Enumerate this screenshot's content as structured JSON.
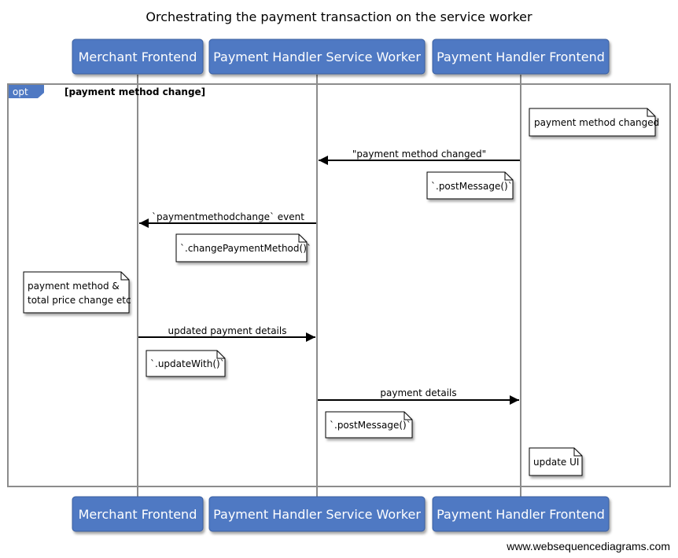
{
  "title": "Orchestrating the payment transaction on the service worker",
  "actors": [
    {
      "id": "merchant",
      "label": "Merchant Frontend"
    },
    {
      "id": "sw",
      "label": "Payment Handler Service Worker"
    },
    {
      "id": "phf",
      "label": "Payment Handler Frontend"
    }
  ],
  "fragment": {
    "operator": "opt",
    "condition": "[payment method change]"
  },
  "messages": [
    {
      "from": "phf",
      "to": "sw",
      "label": "\"payment method changed\""
    },
    {
      "from": "sw",
      "to": "merchant",
      "label": "`paymentmethodchange` event"
    },
    {
      "from": "merchant",
      "to": "sw",
      "label": "updated payment details"
    },
    {
      "from": "sw",
      "to": "phf",
      "label": "payment details"
    }
  ],
  "notes": [
    {
      "lines": [
        "payment method changed"
      ]
    },
    {
      "lines": [
        "`.postMessage()`"
      ]
    },
    {
      "lines": [
        "`.changePaymentMethod()`"
      ]
    },
    {
      "lines": [
        "payment method &",
        "total price change etc"
      ]
    },
    {
      "lines": [
        "`.updateWith()`"
      ]
    },
    {
      "lines": [
        "`.postMessage()`"
      ]
    },
    {
      "lines": [
        "update UI"
      ]
    }
  ],
  "colors": {
    "actor_fill": "#4f79c3",
    "actor_border": "#3a5f9f",
    "lifeline": "#8c8c8c",
    "frame": "#8c8c8c",
    "note_fill": "#ffffff"
  },
  "watermark": "www.websequencediagrams.com"
}
